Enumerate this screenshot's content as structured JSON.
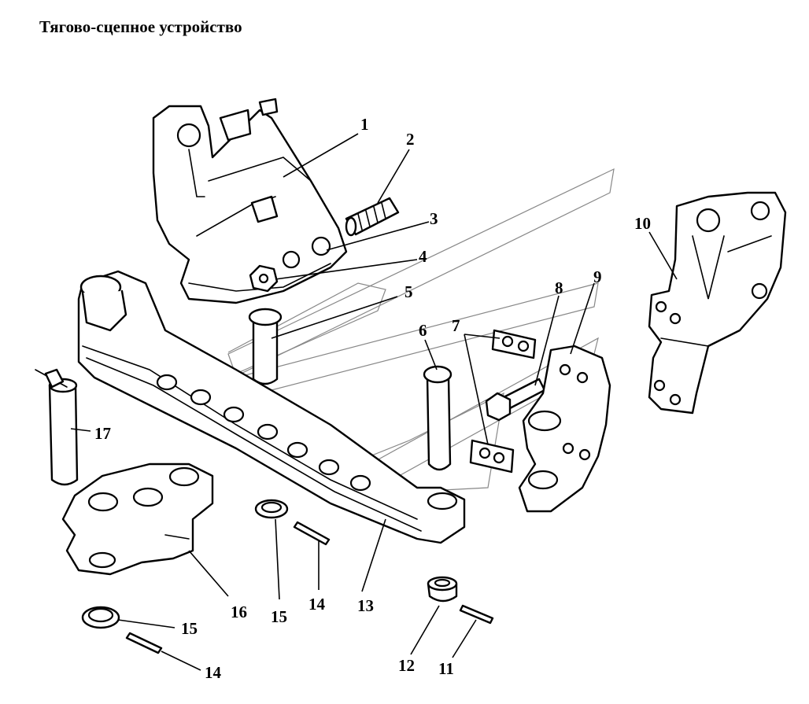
{
  "title": "Тягово-сцепное устройство",
  "labels": {
    "l1": "1",
    "l2": "2",
    "l3": "3",
    "l4": "4",
    "l5": "5",
    "l6": "6",
    "l7": "7",
    "l8": "8",
    "l9": "9",
    "l10": "10",
    "l11": "11",
    "l12": "12",
    "l13": "13",
    "l14a": "14",
    "l14b": "14",
    "l15a": "15",
    "l15b": "15",
    "l16": "16",
    "l17": "17"
  }
}
